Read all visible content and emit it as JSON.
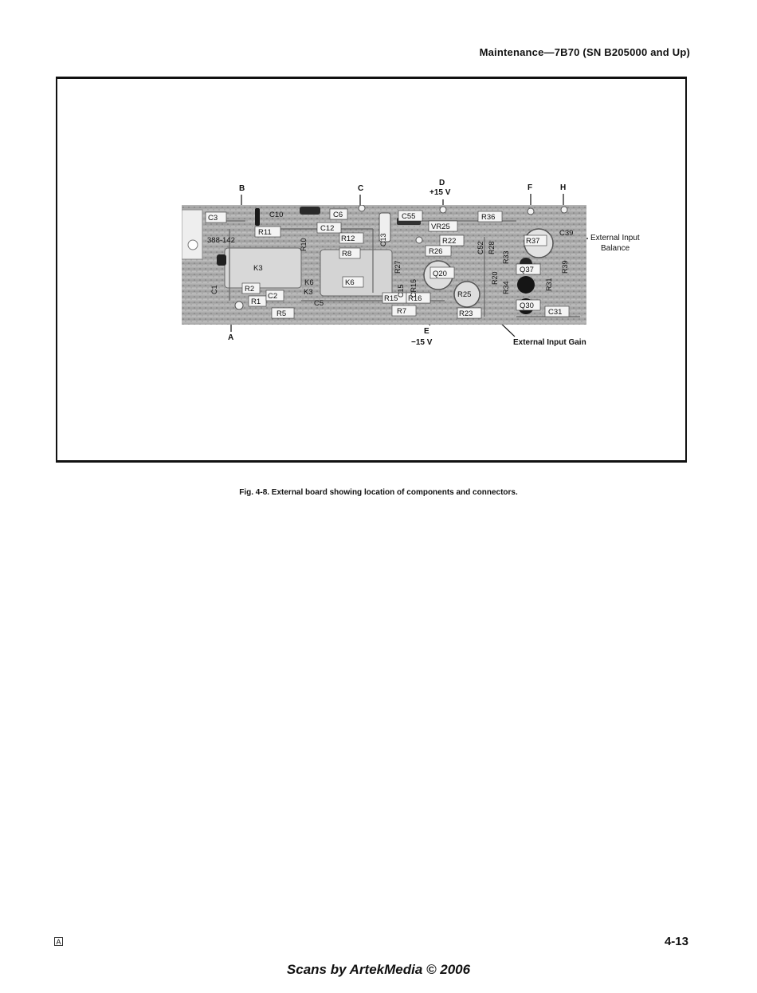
{
  "header": {
    "title": "Maintenance—7B70 (SN B205000 and Up)"
  },
  "figure": {
    "test_points": {
      "a": "A",
      "b": "B",
      "c": "C",
      "d": "D",
      "d_voltage": "+15 V",
      "e": "E",
      "e_voltage": "−15 V",
      "f": "F",
      "h": "H"
    },
    "callouts": {
      "balance_line1": "External Input",
      "balance_line2": "Balance",
      "gain": "External Input Gain"
    },
    "components": {
      "c3": "C3",
      "c10": "C10",
      "c6": "C6",
      "c55": "C55",
      "r36": "R36",
      "c39": "C39",
      "r11": "R11",
      "board_id": "388-142",
      "c12": "C12",
      "r12": "R12",
      "vr25": "VR25",
      "r22": "R22",
      "r37": "R37",
      "r8": "R8",
      "r26": "R26",
      "k3": "K3",
      "k6": "K6",
      "q20": "Q20",
      "q37": "Q37",
      "r2": "R2",
      "r1": "R1",
      "c2": "C2",
      "c5": "C5",
      "r15": "R15",
      "r16": "R16",
      "r25": "R25",
      "q30": "Q30",
      "r5": "R5",
      "r7": "R7",
      "r23": "R23",
      "c31": "C31",
      "c1": "C1",
      "r10": "R10",
      "c13": "C13",
      "r27": "R27",
      "c15": "C15",
      "cr15": "CR15",
      "c52": "C52",
      "r28": "R28",
      "r33": "R33",
      "r34": "R34",
      "r20": "R20",
      "r31": "R31",
      "r39": "R39"
    },
    "caption": "Fig. 4-8. External board showing location of components and connectors."
  },
  "footer": {
    "revision": "A",
    "page_number": "4-13",
    "credit": "Scans by ArtekMedia © 2006"
  }
}
